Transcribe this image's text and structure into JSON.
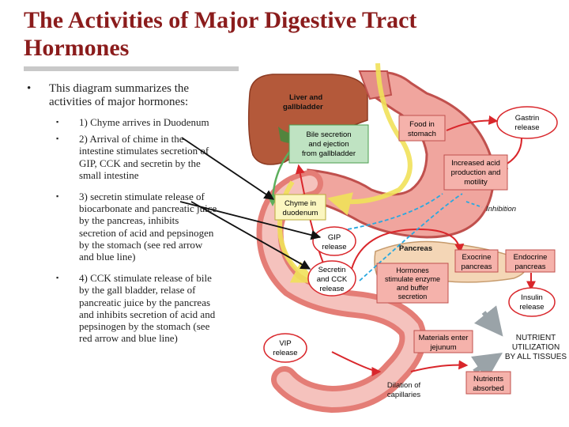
{
  "slide": {
    "title": "The Activities of Major Digestive Tract Hormones",
    "main_bullet": "This diagram summarizes the activities of major hormones:",
    "sub_bullets": [
      "1) Chyme arrives in Duodenum",
      "2) Arrival of chime in the intestine stimulates secretion of GIP, CCK and secretin by the small intestine",
      "3) secretin stimulate release of biocarbonate and pancreatic juice by the pancreas, inhibits secretion of acid and pepsinogen by the stomach (see red arrow and blue line)",
      "4) CCK stimulate release of bile by the gall bladder, relase of pancreatic juice by the pancreas and inhibits secretion of acid and pepsinogen by the stomach  (see red arrow and blue line)"
    ]
  },
  "diagram": {
    "liver": [
      "Liver and",
      "gallbladder"
    ],
    "bile": [
      "Bile secretion",
      "and ejection",
      "from gallbladder"
    ],
    "food": [
      "Food in",
      "stomach"
    ],
    "gastrin": [
      "Gastrin",
      "release"
    ],
    "acid": [
      "Increased acid",
      "production and",
      "motility"
    ],
    "inhibition": "Inhibition",
    "chyme": [
      "Chyme in",
      "duodenum"
    ],
    "gip": [
      "GIP",
      "release"
    ],
    "pancreas": "Pancreas",
    "exocrine": [
      "Exocrine",
      "pancreas"
    ],
    "endocrine": [
      "Endocrine",
      "pancreas"
    ],
    "secretin": [
      "Secretin",
      "and CCK",
      "release"
    ],
    "hormones": [
      "Hormones",
      "stimulate enzyme",
      "and buffer",
      "secretion"
    ],
    "insulin": [
      "Insulin",
      "release"
    ],
    "materials": [
      "Materials enter",
      "jejunum"
    ],
    "nutrient": [
      "NUTRIENT",
      "UTILIZATION",
      "BY ALL TISSUES"
    ],
    "vip": [
      "VIP",
      "release"
    ],
    "nutrients": [
      "Nutrients",
      "absorbed"
    ],
    "dilation": [
      "Dilation of",
      "capillaries"
    ]
  }
}
